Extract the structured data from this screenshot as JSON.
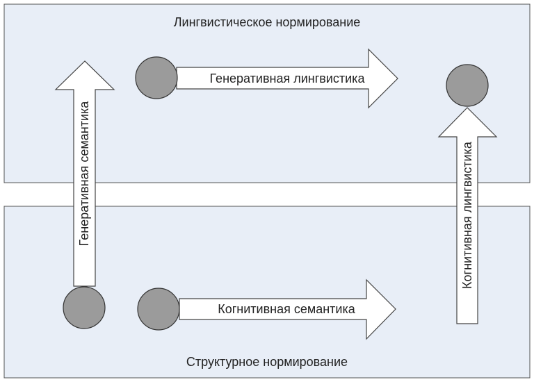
{
  "colors": {
    "panel_fill": "#e8eef7",
    "panel_stroke": "#555555",
    "node_fill": "#9b9b9b",
    "arrow_fill": "#ffffff"
  },
  "regions": {
    "top": {
      "label": "Лингвистическое нормирование"
    },
    "bottom": {
      "label": "Структурное нормирование"
    }
  },
  "arrows": {
    "generative_linguistics": "Генеративная лингвистика",
    "cognitive_semantics": "Когнитивная семантика",
    "generative_semantics": "Генеративная семантика",
    "cognitive_linguistics": "Когнитивная лингвистика"
  }
}
